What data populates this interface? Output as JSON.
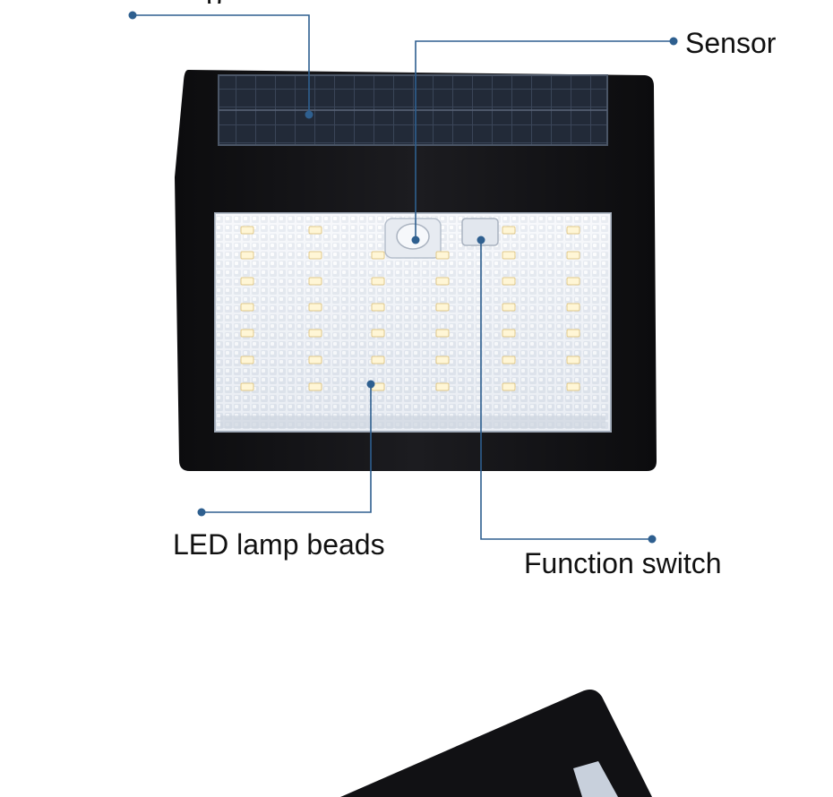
{
  "callouts": {
    "top_partial": "p",
    "sensor": "Sensor",
    "led": "LED lamp beads",
    "switch": "Function switch"
  },
  "colors": {
    "leader": "#2e5f8f",
    "housing": "#121214",
    "panel": "#1c2230",
    "lens": "#eef2f7",
    "label_text": "#111111"
  },
  "icons": {
    "sensor": "pir-sensor-dome",
    "switch": "function-switch-button"
  }
}
